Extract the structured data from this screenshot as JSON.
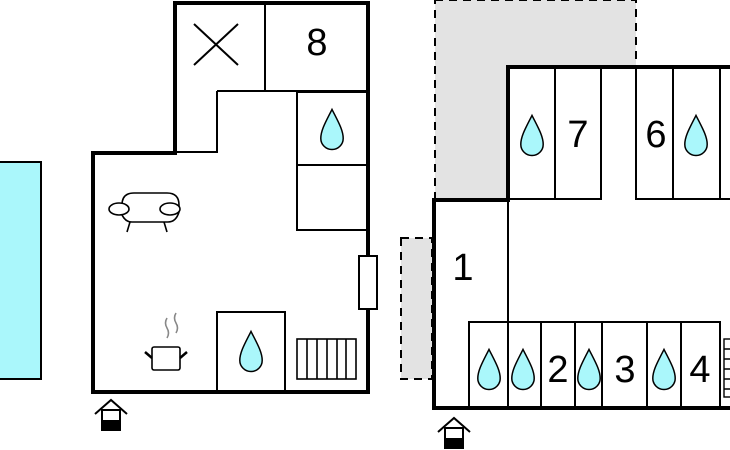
{
  "colors": {
    "water": "#aaf7fb",
    "outside_area": "#e3e3e3",
    "wall": "#000000"
  },
  "left_unit": {
    "room_labels": {
      "top_right": "8"
    },
    "icons": [
      "x-mark-icon",
      "water-drop-icon",
      "sofa-icon",
      "cooking-pot-icon",
      "water-drop-icon",
      "stairs-icon",
      "window-icon",
      "entrance-icon"
    ]
  },
  "right_unit": {
    "room_labels": {
      "main": "1",
      "upper_a": "7",
      "upper_b": "6",
      "lower_a": "2",
      "lower_b": "3",
      "lower_c": "4"
    },
    "icons": [
      "water-drop-icon",
      "entrance-icon",
      "stairs-icon"
    ]
  }
}
